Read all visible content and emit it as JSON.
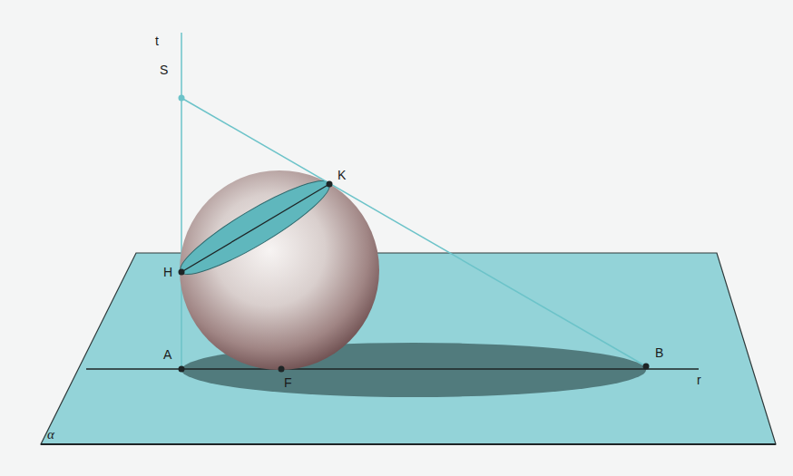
{
  "diagram": {
    "labels": [
      "t",
      "S",
      "K",
      "H",
      "A",
      "F",
      "B",
      "r",
      "α"
    ]
  }
}
